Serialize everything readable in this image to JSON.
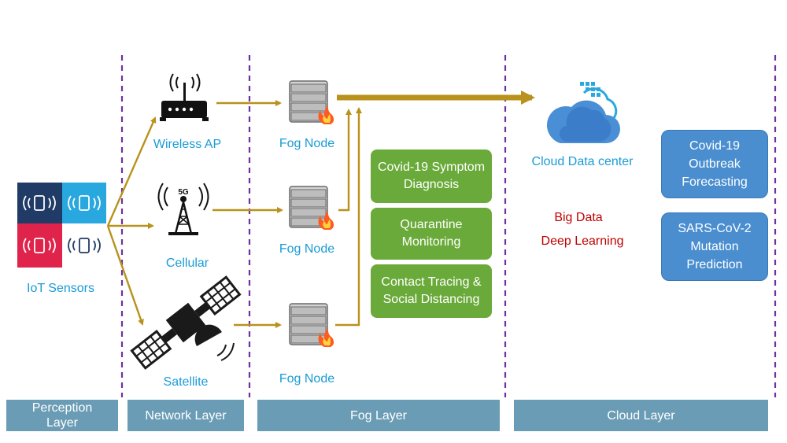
{
  "colors": {
    "arrow": "#b8921c",
    "divider": "#7030a0",
    "label": "#1a9bd6",
    "task_box": "#6aaa3a",
    "cloud_box": "#4a8ed0",
    "layer_bar": "#6a9cb5",
    "cloud_text": "#c00000"
  },
  "perception": {
    "label": "IoT Sensors"
  },
  "network": {
    "wireless": "Wireless AP",
    "cellular": "Cellular",
    "cellular_badge": "5G",
    "satellite": "Satellite"
  },
  "fog": {
    "nodes": [
      "Fog Node",
      "Fog Node",
      "Fog Node"
    ],
    "tasks": [
      "Covid-19 Symptom Diagnosis",
      "Quarantine Monitoring",
      "Contact Tracing & Social Distancing"
    ]
  },
  "cloud": {
    "label": "Cloud Data center",
    "tech": [
      "Big Data",
      "Deep Learning"
    ],
    "tasks": [
      "Covid-19 Outbreak Forecasting",
      "SARS-CoV-2 Mutation Prediction"
    ]
  },
  "layers": [
    "Perception Layer",
    "Network Layer",
    "Fog Layer",
    "Cloud Layer"
  ]
}
